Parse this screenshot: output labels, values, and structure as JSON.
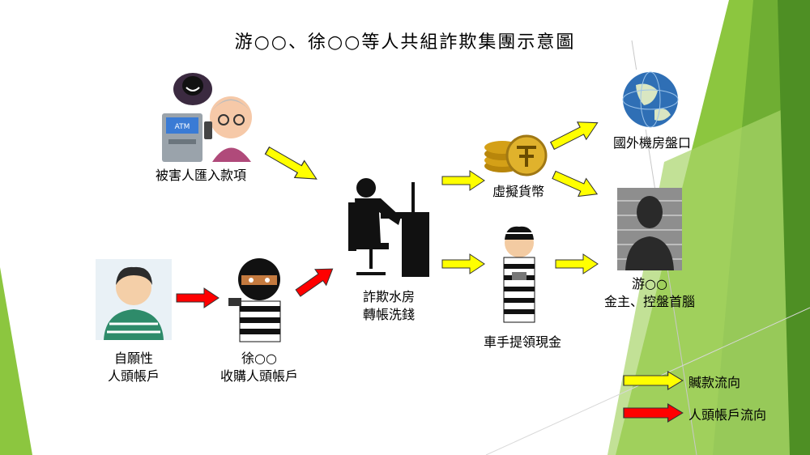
{
  "title": "游○○、徐○○等人共組詐欺集團示意圖",
  "nodes": {
    "victim": "被害人匯入款項",
    "volunteer_line1": "自願性",
    "volunteer_line2": "人頭帳戶",
    "xu_line1": "徐○○",
    "xu_line2": "收購人頭帳戶",
    "scam_line1": "詐欺水房",
    "scam_line2": "轉帳洗錢",
    "crypto": "虛擬貨幣",
    "overseas": "國外機房盤口",
    "cash": "車手提領現金",
    "you_line1": "游○○",
    "you_line2": "金主、控盤首腦"
  },
  "atm_text": "ATM",
  "legend": {
    "stolen_flow": "贓款流向",
    "account_flow": "人頭帳戶流向"
  },
  "colors": {
    "stolen_arrow": "#ffff00",
    "account_arrow": "#ff0000",
    "green_dark": "#5a9e2a",
    "green_light": "#8cc63f"
  }
}
